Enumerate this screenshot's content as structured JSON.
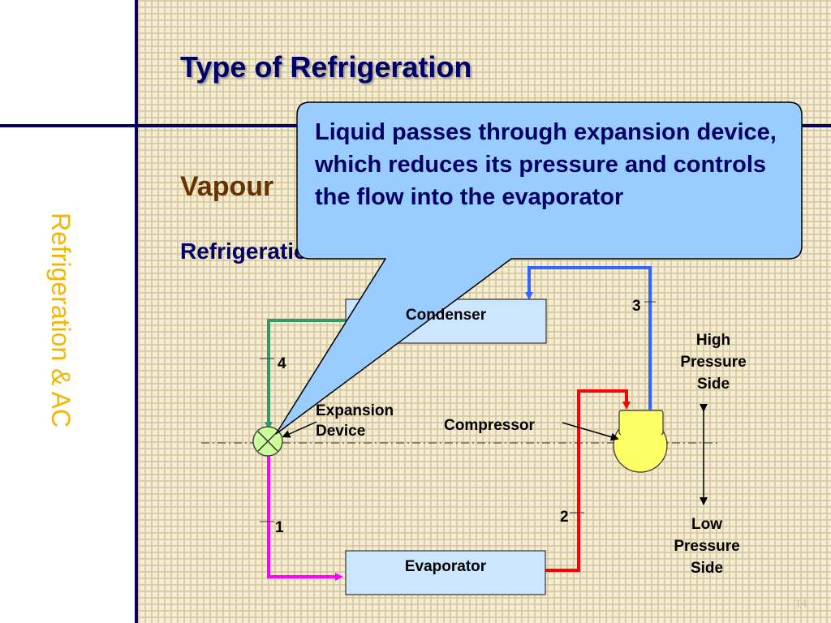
{
  "sidebar": {
    "vertical_text": "Refrigeration & AC"
  },
  "slide": {
    "title": "Type of Refrigeration",
    "subtitle_partial": "Vapour",
    "subtitle2_partial": "Refrigeration",
    "page_number": "14"
  },
  "callout": {
    "text": "Liquid passes through expansion device, which reduces its pressure and controls the flow into the evaporator"
  },
  "diagram": {
    "condenser": "Condenser",
    "evaporator": "Evaporator",
    "compressor": "Compressor",
    "expansion_device_line1": "Expansion",
    "expansion_device_line2": "Device",
    "point_1": "1",
    "point_2": "2",
    "point_3": "3",
    "point_4": "4",
    "high_side_l1": "High",
    "high_side_l2": "Pressure",
    "high_side_l3": "Side",
    "low_side_l1": "Low",
    "low_side_l2": "Pressure",
    "low_side_l3": "Side"
  },
  "colors": {
    "title": "#000066",
    "subtitle": "#663300",
    "sidebar_text": "#f2b705",
    "callout_fill": "#99ccff",
    "box_fill": "#cce6ff",
    "compressor_fill": "#ffff66",
    "expansion_fill": "#ccff99",
    "pipe_green": "#339966",
    "pipe_magenta": "#ff00ff",
    "pipe_red": "#ff0000",
    "pipe_blue": "#3366ff"
  }
}
